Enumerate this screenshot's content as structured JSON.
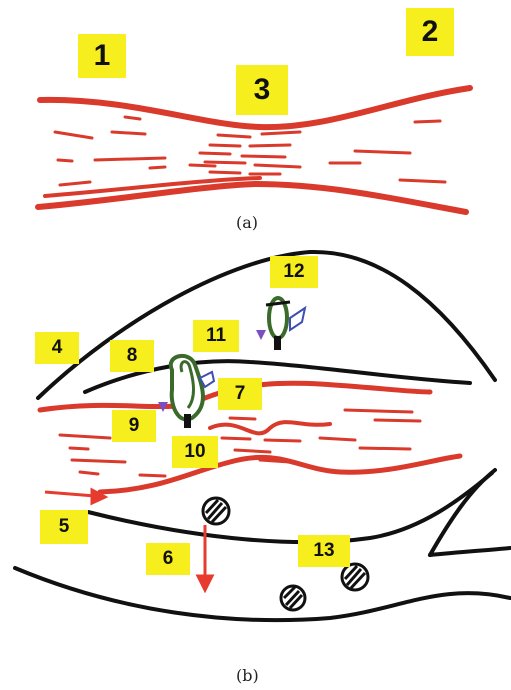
{
  "panel_a": {
    "caption": "(a)",
    "labels": [
      "1",
      "2",
      "3"
    ]
  },
  "panel_b": {
    "caption": "(b)",
    "labels": [
      "4",
      "5",
      "6",
      "7",
      "8",
      "9",
      "10",
      "11",
      "12",
      "13"
    ]
  },
  "colors": {
    "vessel_red": "#d93a2b",
    "membrane_black": "#111111",
    "label_yellow": "#f7ef1d",
    "cell_green": "#3a6b2a",
    "cell_blue": "#3d4fb0",
    "cell_purple": "#7a4fc4"
  }
}
